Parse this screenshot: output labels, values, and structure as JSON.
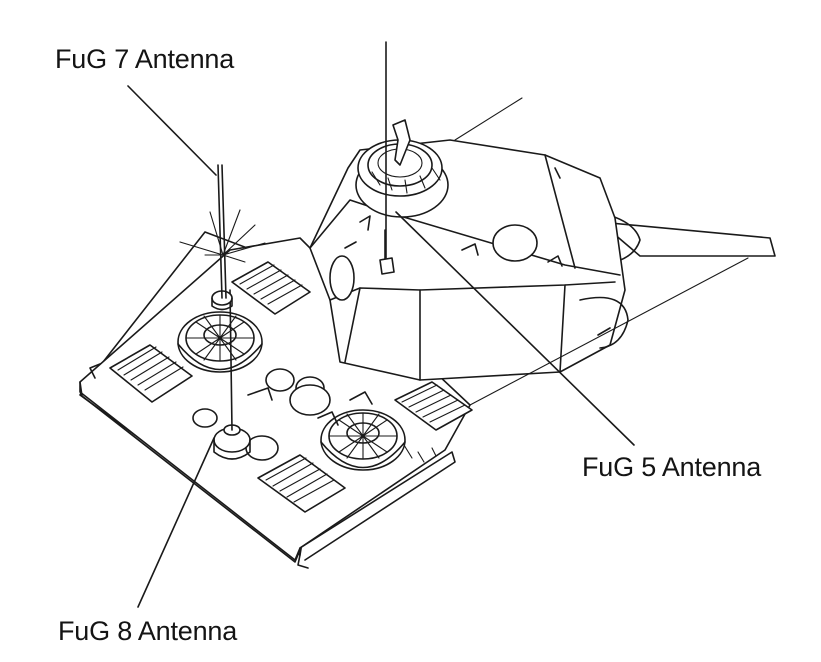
{
  "labels": {
    "fug7": "FuG 7 Antenna",
    "fug5": "FuG 5 Antenna",
    "fug8": "FuG 8 Antenna"
  },
  "colors": {
    "ink": "#1a1a1a",
    "paper": "#ffffff"
  }
}
